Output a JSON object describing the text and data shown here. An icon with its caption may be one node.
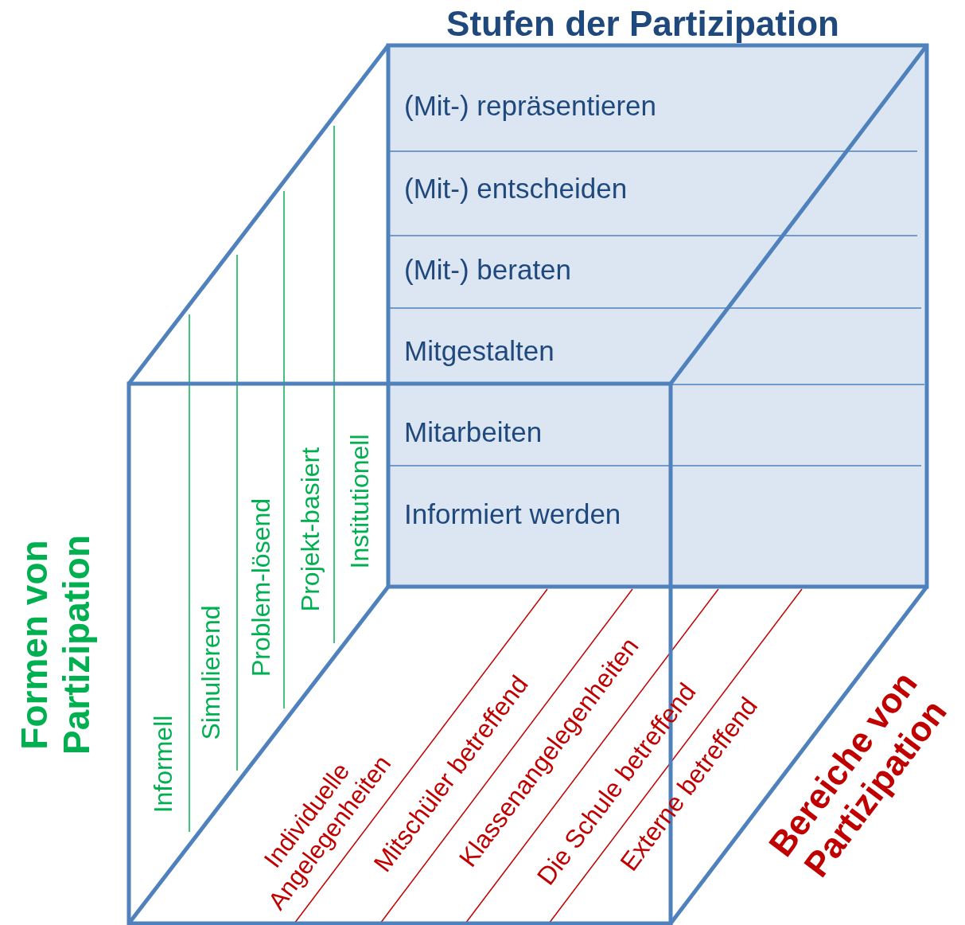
{
  "diagram": {
    "labels": [
      "Stufen der Partizipation",
      "(Mit-) repräsentieren",
      "(Mit-) entscheiden",
      "(Mit-) beraten",
      "Mitgestalten",
      "Mitarbeiten",
      "Informiert werden",
      "Formen von Partizipation",
      "Informell",
      "Simulierend",
      "Problem-lösend",
      "Projekt-basiert",
      "Institutionell",
      "Individuelle Angelegenheiten",
      "Mitschüler betreffend",
      "Klassenangelegenheiten",
      "Die Schule betreffend",
      "Externe betreffend",
      "Bereiche von Partizipation"
    ]
  }
}
